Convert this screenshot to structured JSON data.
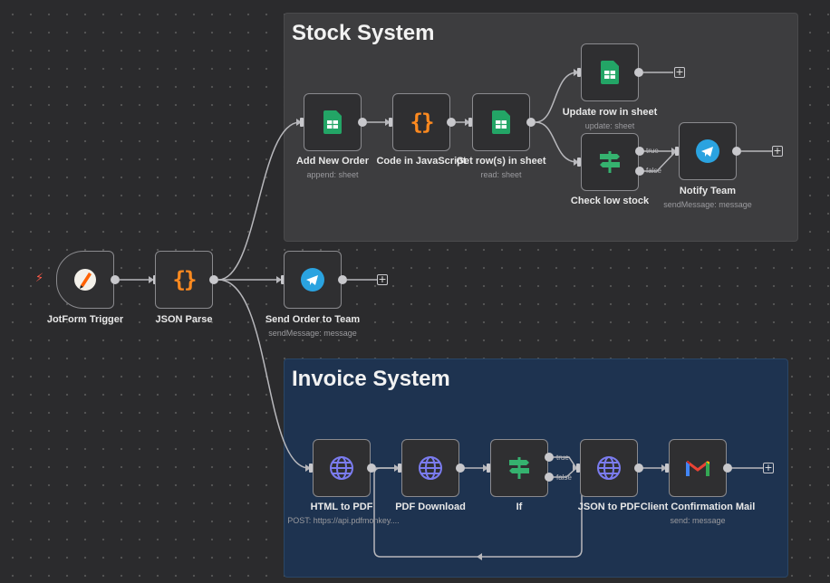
{
  "groups": {
    "stock": {
      "title": "Stock System"
    },
    "invoice": {
      "title": "Invoice System"
    }
  },
  "nodes": {
    "jotform": {
      "label": "JotForm Trigger",
      "icon": "jotform-pencil-icon"
    },
    "json_parse": {
      "label": "JSON Parse",
      "icon": "code-braces-icon"
    },
    "send_order": {
      "label": "Send Order to Team",
      "sub": "sendMessage: message",
      "icon": "telegram-icon"
    },
    "add_new_order": {
      "label": "Add New Order",
      "sub": "append: sheet",
      "icon": "google-sheets-icon"
    },
    "code_js": {
      "label": "Code in JavaScript",
      "icon": "code-braces-icon"
    },
    "get_rows": {
      "label": "Get row(s) in sheet",
      "sub": "read: sheet",
      "icon": "google-sheets-icon"
    },
    "update_row": {
      "label": "Update row in sheet",
      "sub": "update: sheet",
      "icon": "google-sheets-icon"
    },
    "check_low": {
      "label": "Check low stock",
      "icon": "if-signpost-icon"
    },
    "notify_team": {
      "label": "Notify Team",
      "sub": "sendMessage: message",
      "icon": "telegram-icon"
    },
    "html_to_pdf": {
      "label": "HTML to PDF",
      "sub": "POST: https://api.pdfmonkey....",
      "icon": "globe-icon"
    },
    "pdf_download": {
      "label": "PDF Download",
      "icon": "globe-icon"
    },
    "if_node": {
      "label": "If",
      "icon": "if-signpost-icon"
    },
    "json_to_pdf": {
      "label": "JSON to PDF",
      "icon": "globe-icon"
    },
    "client_mail": {
      "label": "Client Confirmation Mail",
      "sub": "send: message",
      "icon": "gmail-icon"
    }
  },
  "branches": {
    "true": "true",
    "false": "false"
  },
  "colors": {
    "canvas": "#2b2b2d",
    "stock_group": "#3d3d3f",
    "invoice_group": "#1e3350",
    "wire": "#b8b8bc",
    "sheets_green": "#23a566",
    "code_orange": "#ff8a1f",
    "telegram_blue": "#2aa3e0",
    "if_green": "#35b26f",
    "globe_purple": "#7b7cf0"
  }
}
